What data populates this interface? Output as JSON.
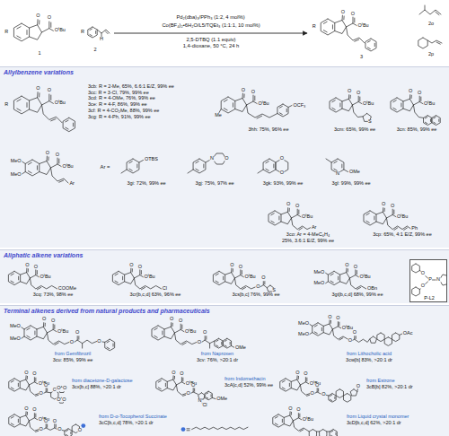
{
  "diagram": {
    "nodes": [
      {
        "text": [
          "O",
          "O",
          "OᵗBu",
          "R",
          "1"
        ]
      },
      {
        "text": [
          "R",
          "H",
          "2"
        ]
      },
      {
        "text": [
          "O",
          "O",
          "OᵗBu",
          "R",
          "3"
        ]
      },
      {
        "text": [
          "2o"
        ]
      },
      {
        "text": [
          "2p"
        ]
      },
      {
        "text": [
          "Allylbenzene variations"
        ]
      },
      {
        "text": [
          "O",
          "O",
          "OᵗBu",
          "R",
          "3cb: R = 2-Me, 65%, 6.6:1 E/Z, 99% ee",
          "3cc: R = 3-Cl, 79%, 99% ee",
          "3cd: R = 4-OMe, 76%, 99% ee",
          "3ce: R = 4-F, 86%, 99% ee",
          "3cf: R = 4-CO₂Me, 88%, 99% ee",
          "3cg: R = 4-Ph, 91%, 99% ee"
        ],
        "in": 5
      },
      {
        "text": [
          "O",
          "O",
          "OᵗBu",
          "Me",
          "OCF₃",
          "3hh: 75%, 96% ee"
        ],
        "in": 5
      },
      {
        "text": [
          "O",
          "O",
          "OᵗBu",
          "S",
          "3cm: 65%, 99% ee"
        ],
        "in": 5
      },
      {
        "text": [
          "O",
          "O",
          "OᵗBu",
          "3cn: 85%, 99% ee"
        ],
        "in": 5
      },
      {
        "text": [
          "MeO",
          "MeO",
          "O",
          "O",
          "OᵗBu",
          "Ar"
        ],
        "in": 5
      },
      {
        "text": [
          "OTBS",
          "3gi: 72%, 99% ee"
        ],
        "in": 5
      },
      {
        "text": [
          "N",
          "O",
          "3gj: 75%, 97% ee"
        ],
        "in": 5
      },
      {
        "text": [
          "O",
          "O",
          "3gk: 93%, 99% ee"
        ],
        "in": 5
      },
      {
        "text": [
          "N",
          "OMe",
          "3gl: 99%, 99% ee"
        ],
        "in": 5
      },
      {
        "text": [
          "O",
          "O",
          "OᵗBu",
          "Ar",
          "3co: Ar = 4-MeC₆H₄",
          "25%, 3.6:1 E/Z, 99% ee"
        ],
        "in": 5
      },
      {
        "text": [
          "O",
          "O",
          "OᵗBu",
          "Ph",
          "3cp: 65%, 4:1 E/Z, 99% ee"
        ],
        "in": 5
      },
      {
        "text": [
          "Aliphatic alkene variations"
        ]
      },
      {
        "text": [
          "O",
          "O",
          "OᵗBu",
          "COOMe",
          "3cq: 73%, 98% ee"
        ],
        "in": 17
      },
      {
        "text": [
          "O",
          "O",
          "OᵗBu",
          "Cl",
          "3cr[b,c,d] 63%, 96% ee"
        ],
        "in": 17
      },
      {
        "text": [
          "O",
          "O",
          "OᵗBu",
          "O",
          "O",
          "S",
          "3cs[b,c] 76%, 99% ee"
        ],
        "in": 17
      },
      {
        "text": [
          "MeO",
          "MeO",
          "O",
          "O",
          "OᵗBu",
          "OBn",
          "3gt[b,c,d] 68%, 99% ee"
        ],
        "in": 17
      },
      {
        "text": [
          "O",
          "O",
          "P",
          "N",
          "P-L2"
        ],
        "in": 17
      },
      {
        "text": [
          "Terminal alkenes derived from natural products and pharmaceuticals"
        ]
      },
      {
        "text": [
          "MeO",
          "MeO",
          "O",
          "O",
          "OᵗBu",
          "O",
          "O",
          "O",
          "from Gemfibrozil",
          "3cu: 85%, 99% ee"
        ],
        "in": 23
      },
      {
        "text": [
          "O",
          "O",
          "OᵗBu",
          "O",
          "O",
          "OMe",
          "from Naproxen",
          "3cv: 76%, >20:1 dr"
        ],
        "in": 23
      },
      {
        "text": [
          "MeO",
          "MeO",
          "O",
          "O",
          "OᵗBu",
          "O",
          "O",
          "OAc",
          "from Lithocholic acid",
          "3cw[b] 83%, >20:1 dr"
        ],
        "in": 23
      },
      {
        "text": [
          "O",
          "O",
          "OᵗBu",
          "O",
          "O",
          "O",
          "O",
          "O",
          "O",
          "O",
          "from diacetone-D-galactose",
          "3cx[b,c] 88%, >20:1 dr"
        ],
        "in": 23
      },
      {
        "text": [
          "O",
          "O",
          "OᵗBu",
          "O",
          "O",
          "N",
          "OMe",
          "Cl",
          "from Indomethacin",
          "3cA[c,d] 52%, 99% ee"
        ],
        "in": 23
      },
      {
        "text": [
          "O",
          "O",
          "OᵗBu",
          "O",
          "O",
          "O",
          "O",
          "from Estrone",
          "3cB[b] 82%, >20:1 dr"
        ],
        "in": 23
      },
      {
        "text": [
          "O",
          "O",
          "OᵗBu",
          "O",
          "O",
          "O",
          "O",
          "O",
          "from D-α-Tocopherol Succinate",
          "3cC[b,c,d] 78%, >20:1 dr"
        ],
        "in": 23
      },
      {
        "text": [
          "O",
          "O",
          "OᵗBu",
          "from Liquid crystal monomer",
          "3cD[b,c,d] 62%, >20:1 dr"
        ],
        "in": 23
      }
    ],
    "edges": [
      {
        "from": 1,
        "to": 2,
        "arrow": "to",
        "label": "Pd₂(dba)₃/PPh₃ (1:2, 4 mol%)"
      }
    ],
    "labels": [
      "Co(BF₄)₂•6H₂O/L5/TQEt₃ (1:1:1, 10 mol%)",
      "2,5-DTBQ (1.1 equiv)",
      "1,4-dioxane, 50 °C, 24 h",
      "Ar ="
    ]
  }
}
